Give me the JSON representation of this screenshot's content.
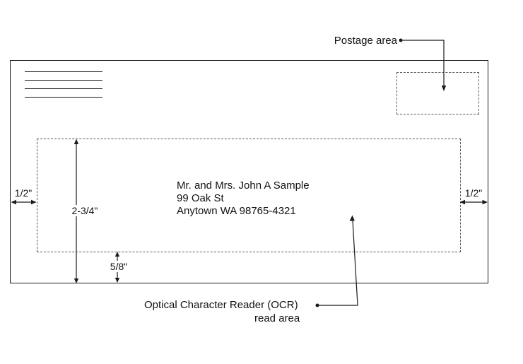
{
  "figure": {
    "postage_label": "Postage area",
    "ocr_label_line1": "Optical Character Reader (OCR)",
    "ocr_label_line2": "read area",
    "measurements": {
      "left_margin": "1/2\"",
      "right_margin": "1/2\"",
      "address_block_height": "2-3/4\"",
      "bottom_margin": "5/8\""
    },
    "address": {
      "line1": "Mr. and Mrs. John A Sample",
      "line2": "99 Oak St",
      "line3": "Anytown WA 98765-4321"
    }
  }
}
